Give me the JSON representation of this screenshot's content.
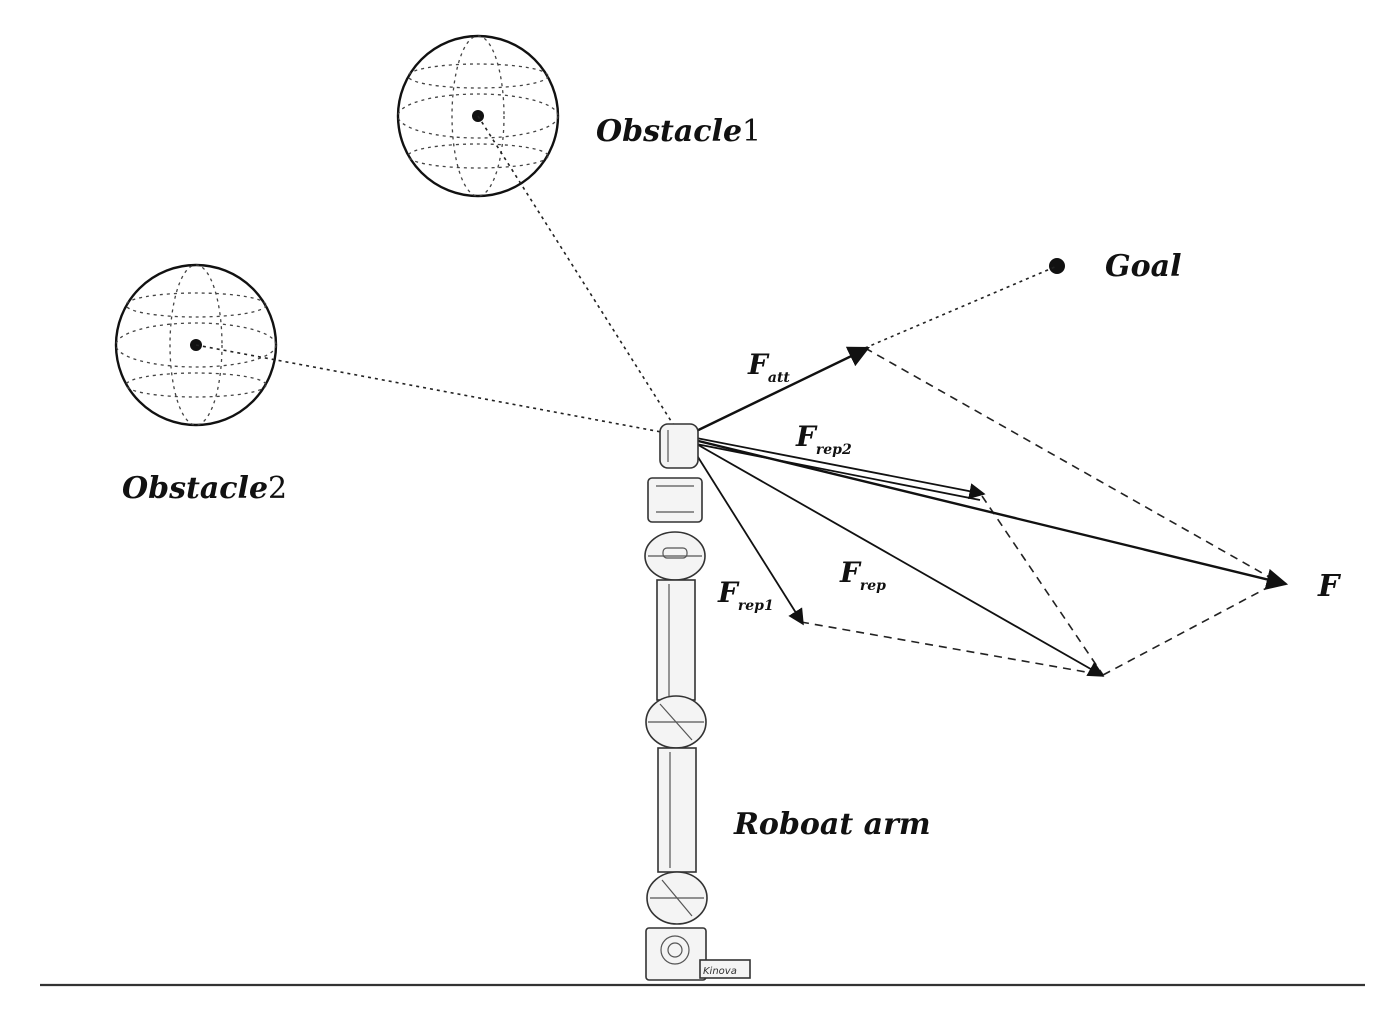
{
  "labels": {
    "obstacle1": "Obstacle",
    "obstacle1_num": "1",
    "obstacle2": "Obstacle",
    "obstacle2_num": "2",
    "goal": "Goal",
    "robot_arm": "Roboat arm",
    "f_total": "F",
    "f_att_main": "F",
    "f_att_sub": "att",
    "f_rep2_main": "F",
    "f_rep2_sub": "rep2",
    "f_rep_main": "F",
    "f_rep_sub": "rep",
    "f_rep1_main": "F",
    "f_rep1_sub": "rep1",
    "base_brand": "Kinova"
  },
  "icons": {
    "obstacle_shape": "wireframe-sphere-icon",
    "goal_marker": "filled-dot-icon",
    "robot": "robot-arm-icon"
  },
  "colors": {
    "line": "#111111",
    "background": "#ffffff"
  }
}
